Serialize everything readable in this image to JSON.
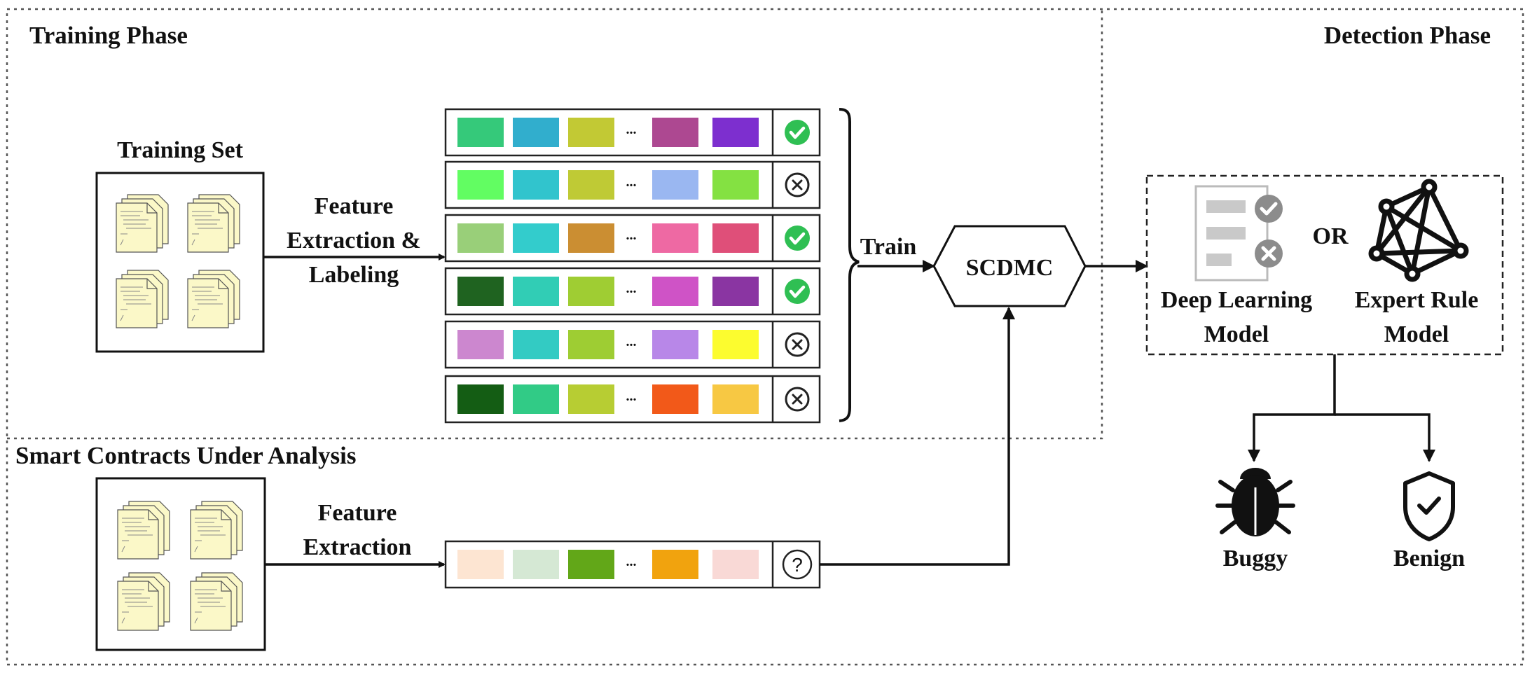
{
  "sections": {
    "training_phase": "Training Phase",
    "detection_phase": "Detection Phase",
    "smart_contracts": "Smart Contracts Under Analysis"
  },
  "training_set": {
    "title": "Training Set"
  },
  "arrows": {
    "feature_extraction_labeling": [
      "Feature",
      "Extraction &",
      "Labeling"
    ],
    "feature_extraction": [
      "Feature",
      "Extraction"
    ],
    "train": "Train"
  },
  "ellipsis": "...",
  "feature_rows": [
    {
      "colors": [
        "#35c97a",
        "#31aecd",
        "#c2c934",
        "#ad4891",
        "#7d2fcf"
      ],
      "label": "check"
    },
    {
      "colors": [
        "#62fd62",
        "#31c4cd",
        "#bfca35",
        "#9ab7f1",
        "#84e142"
      ],
      "label": "cross"
    },
    {
      "colors": [
        "#99cf79",
        "#33cccc",
        "#cb8e32",
        "#ee69a3",
        "#df4f79"
      ],
      "label": "check"
    },
    {
      "colors": [
        "#1f6320",
        "#31cdb5",
        "#9fcd33",
        "#cf53c6",
        "#8a35a2"
      ],
      "label": "check"
    },
    {
      "colors": [
        "#cc87cf",
        "#33cbc3",
        "#9ecd33",
        "#b887e8",
        "#fcfc2f"
      ],
      "label": "cross"
    },
    {
      "colors": [
        "#145d14",
        "#31cb86",
        "#b7cd33",
        "#f25919",
        "#f7c843"
      ],
      "label": "cross"
    }
  ],
  "query_row": {
    "colors": [
      "#fde5d2",
      "#d5e8d4",
      "#62a718",
      "#f1a30e",
      "#f9d9d6"
    ],
    "label": "question"
  },
  "model": {
    "name": "SCDMC"
  },
  "detection": {
    "deep_learning": [
      "Deep Learning",
      "Model"
    ],
    "or": "OR",
    "expert_rule": [
      "Expert Rule",
      "Model"
    ]
  },
  "outputs": {
    "buggy": "Buggy",
    "benign": "Benign"
  },
  "colors": {
    "check": "#2fbf53",
    "stroke": "#111111",
    "doc_fill": "#fbf8c8"
  },
  "icons": [
    "document-stack-icon",
    "check-circle-icon",
    "cross-circle-icon",
    "question-circle-icon",
    "checklist-icon",
    "network-icon",
    "bug-icon",
    "shield-check-icon"
  ]
}
